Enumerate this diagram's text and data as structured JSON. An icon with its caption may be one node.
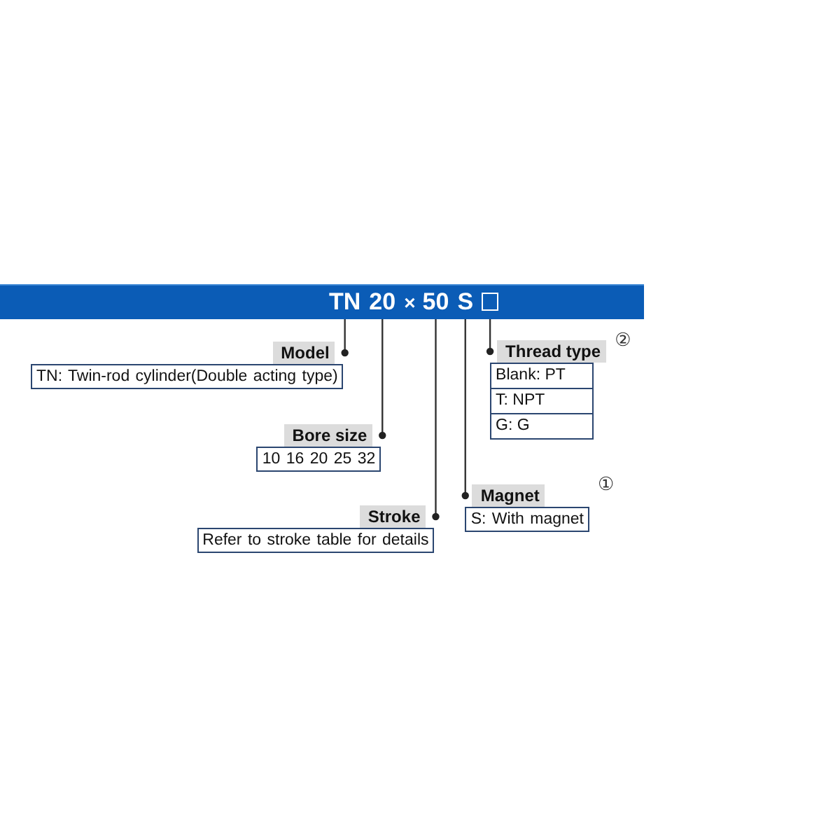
{
  "diagram": {
    "nodes": [
      {
        "text": [],
        "shape": "bar"
      },
      {
        "text": [
          "TN"
        ],
        "in": 0
      },
      {
        "text": [
          "20"
        ],
        "in": 0
      },
      {
        "text": [
          "50"
        ],
        "in": 0
      },
      {
        "text": [
          "S"
        ],
        "in": 0
      },
      {
        "text": [],
        "shape": "box",
        "in": 0
      },
      {
        "text": [
          "Model",
          "TN: Twin-rod cylinder(Double acting type)"
        ]
      },
      {
        "text": [
          "Thread type",
          "Blank: PT",
          "T: NPT",
          "G: G"
        ],
        "beside": [
          "②"
        ]
      },
      {
        "text": [
          "Bore size",
          "10 16 20 25 32"
        ]
      },
      {
        "text": [
          "Magnet",
          "S: With magnet"
        ],
        "beside": [
          "①"
        ]
      },
      {
        "text": [
          "Stroke",
          "Refer to stroke table for details"
        ]
      }
    ],
    "edges": [
      {
        "from": 1,
        "to": 6,
        "arrow": "other"
      },
      {
        "from": 2,
        "to": 8,
        "arrow": "other"
      },
      {
        "from": 3,
        "to": 10,
        "arrow": "other"
      },
      {
        "from": 4,
        "to": 9,
        "arrow": "other"
      },
      {
        "from": 5,
        "to": 7,
        "arrow": "other"
      }
    ],
    "labels": [
      "×"
    ]
  }
}
